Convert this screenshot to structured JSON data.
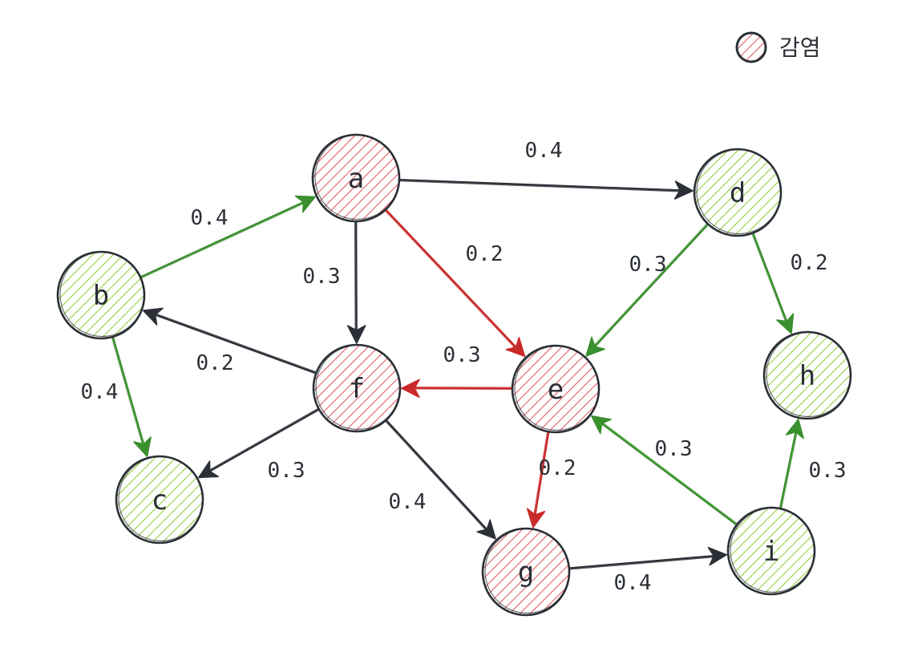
{
  "legend": {
    "label": "감염",
    "color": "#e0525a"
  },
  "colors": {
    "infected": "#e0525a",
    "healthy": "#8ccc2e",
    "outline": "#2b2f36",
    "edge_red": "#c92a2a",
    "edge_green": "#3a8f2e",
    "edge_dark": "#2b2f36"
  },
  "nodes": [
    {
      "id": "a",
      "label": "a",
      "state": "infected"
    },
    {
      "id": "b",
      "label": "b",
      "state": "healthy"
    },
    {
      "id": "c",
      "label": "c",
      "state": "healthy"
    },
    {
      "id": "d",
      "label": "d",
      "state": "healthy"
    },
    {
      "id": "e",
      "label": "e",
      "state": "infected"
    },
    {
      "id": "f",
      "label": "f",
      "state": "infected"
    },
    {
      "id": "g",
      "label": "g",
      "state": "infected"
    },
    {
      "id": "h",
      "label": "h",
      "state": "healthy"
    },
    {
      "id": "i",
      "label": "i",
      "state": "healthy"
    }
  ],
  "edges": [
    {
      "from": "a",
      "to": "d",
      "weight": "0.4",
      "color": "dark"
    },
    {
      "from": "b",
      "to": "a",
      "weight": "0.4",
      "color": "green"
    },
    {
      "from": "a",
      "to": "f",
      "weight": "0.3",
      "color": "dark"
    },
    {
      "from": "a",
      "to": "e",
      "weight": "0.2",
      "color": "red"
    },
    {
      "from": "d",
      "to": "e",
      "weight": "0.3",
      "color": "green"
    },
    {
      "from": "d",
      "to": "h",
      "weight": "0.2",
      "color": "green"
    },
    {
      "from": "f",
      "to": "b",
      "weight": "0.2",
      "color": "dark"
    },
    {
      "from": "e",
      "to": "f",
      "weight": "0.3",
      "color": "red"
    },
    {
      "from": "b",
      "to": "c",
      "weight": "0.4",
      "color": "green"
    },
    {
      "from": "f",
      "to": "c",
      "weight": "0.3",
      "color": "dark"
    },
    {
      "from": "f",
      "to": "g",
      "weight": "0.4",
      "color": "dark"
    },
    {
      "from": "e",
      "to": "g",
      "weight": "0.2",
      "color": "red"
    },
    {
      "from": "i",
      "to": "e",
      "weight": "0.3",
      "color": "green"
    },
    {
      "from": "i",
      "to": "h",
      "weight": "0.3",
      "color": "green"
    },
    {
      "from": "g",
      "to": "i",
      "weight": "0.4",
      "color": "dark"
    }
  ]
}
